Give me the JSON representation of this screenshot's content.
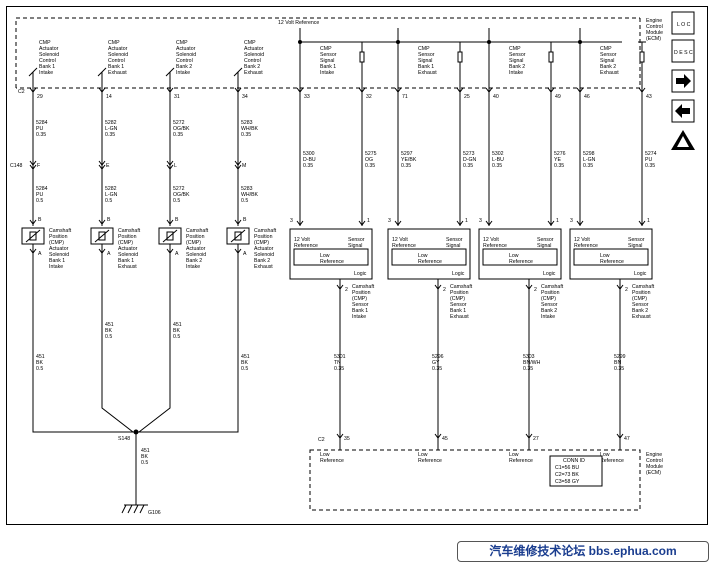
{
  "ref12v": "12 Volt Reference",
  "ecm": [
    "Engine",
    "Control",
    "Module",
    "(ECM)"
  ],
  "nav": {
    "loc": "L O C",
    "desc": "D E S C"
  },
  "connectors": {
    "c2": "C2",
    "c148": "C148",
    "s148": "S148",
    "g106": "G106"
  },
  "solenoid_names": [
    [
      "CMP",
      "Actuator",
      "Solenoid",
      "Control",
      "Bank 1",
      "Intake"
    ],
    [
      "CMP",
      "Actuator",
      "Solenoid",
      "Control",
      "Bank 1",
      "Exhaust"
    ],
    [
      "CMP",
      "Actuator",
      "Solenoid",
      "Control",
      "Bank 2",
      "Intake"
    ],
    [
      "CMP",
      "Actuator",
      "Solenoid",
      "Control",
      "Bank 2",
      "Exhaust"
    ]
  ],
  "sol_pins": [
    "29",
    "14",
    "31",
    "34"
  ],
  "wires_top": [
    [
      "5284",
      "PU",
      "0.35"
    ],
    [
      "5282",
      "L-GN",
      "0.35"
    ],
    [
      "5272",
      "OG/BK",
      "0.35"
    ],
    [
      "5283",
      "WH/BK",
      "0.35"
    ]
  ],
  "c148_pins": [
    "F",
    "E",
    "L",
    "M"
  ],
  "wires_mid": [
    [
      "5284",
      "PU",
      "0.5"
    ],
    [
      "5282",
      "L-GN",
      "0.5"
    ],
    [
      "5272",
      "OG/BK",
      "0.5"
    ],
    [
      "5283",
      "WH/BK",
      "0.5"
    ]
  ],
  "pin_b": "B",
  "pin_a": "A",
  "actuator_names": [
    [
      "Camshaft",
      "Position",
      "(CMP)",
      "Actuator",
      "Solenoid",
      "Bank 1",
      "Intake"
    ],
    [
      "Camshaft",
      "Position",
      "(CMP)",
      "Actuator",
      "Solenoid",
      "Bank 1",
      "Exhaust"
    ],
    [
      "Camshaft",
      "Position",
      "(CMP)",
      "Actuator",
      "Solenoid",
      "Bank 2",
      "Intake"
    ],
    [
      "Camshaft",
      "Position",
      "(CMP)",
      "Actuator",
      "Solenoid",
      "Bank 2",
      "Exhaust"
    ]
  ],
  "ground_wire": [
    "451",
    "BK",
    "0.5"
  ],
  "sensor_ecm_names": [
    [
      "CMP",
      "Sensor",
      "Signal",
      "Bank 1",
      "Intake"
    ],
    [
      "CMP",
      "Sensor",
      "Signal",
      "Bank 1",
      "Exhaust"
    ],
    [
      "CMP",
      "Sensor",
      "Signal",
      "Bank 2",
      "Intake"
    ],
    [
      "CMP",
      "Sensor",
      "Signal",
      "Bank 2",
      "Exhaust"
    ]
  ],
  "sensor_pins_ref": [
    "33",
    "71",
    "40",
    "46"
  ],
  "sensor_pins_sig": [
    "32",
    "25",
    "49",
    "43"
  ],
  "sensor_wires_ref": [
    [
      "5300",
      "D-BU",
      "0.35"
    ],
    [
      "5297",
      "YE/BK",
      "0.35"
    ],
    [
      "5302",
      "L-BU",
      "0.35"
    ],
    [
      "5298",
      "L-GN",
      "0.35"
    ]
  ],
  "sensor_wires_sig": [
    [
      "5275",
      "OG",
      "0.35"
    ],
    [
      "5273",
      "D-GN",
      "0.35"
    ],
    [
      "5276",
      "YE",
      "0.35"
    ],
    [
      "5274",
      "PU",
      "0.35"
    ]
  ],
  "sensor_box": {
    "ref": [
      "12 Volt",
      "Reference"
    ],
    "sig": [
      "Sensor",
      "Signal"
    ],
    "low": [
      "Low",
      "Reference"
    ],
    "logic": "Logic"
  },
  "pin3": "3",
  "pin1": "1",
  "pin2": "2",
  "sensor_names": [
    [
      "Camshaft",
      "Position",
      "(CMP)",
      "Sensor",
      "Bank 1",
      "Intake"
    ],
    [
      "Camshaft",
      "Position",
      "(CMP)",
      "Sensor",
      "Bank 1",
      "Exhaust"
    ],
    [
      "Camshaft",
      "Position",
      "(CMP)",
      "Sensor",
      "Bank 2",
      "Intake"
    ],
    [
      "Camshaft",
      "Position",
      "(CMP)",
      "Sensor",
      "Bank 2",
      "Exhaust"
    ]
  ],
  "sensor_low_wires": [
    [
      "5301",
      "TN",
      "0.35"
    ],
    [
      "5296",
      "GY",
      "0.35"
    ],
    [
      "5303",
      "BN/WH",
      "0.35"
    ],
    [
      "5299",
      "BN",
      "0.35"
    ]
  ],
  "low_pins": [
    "35",
    "45",
    "27",
    "47"
  ],
  "low_ref": [
    "Low",
    "Reference"
  ],
  "conn_id": [
    "CONN ID",
    "C1=56 BU",
    "C2=73 BK",
    "C3=58 GY"
  ],
  "footer": "汽车维修技术论坛 bbs.ephua.com"
}
